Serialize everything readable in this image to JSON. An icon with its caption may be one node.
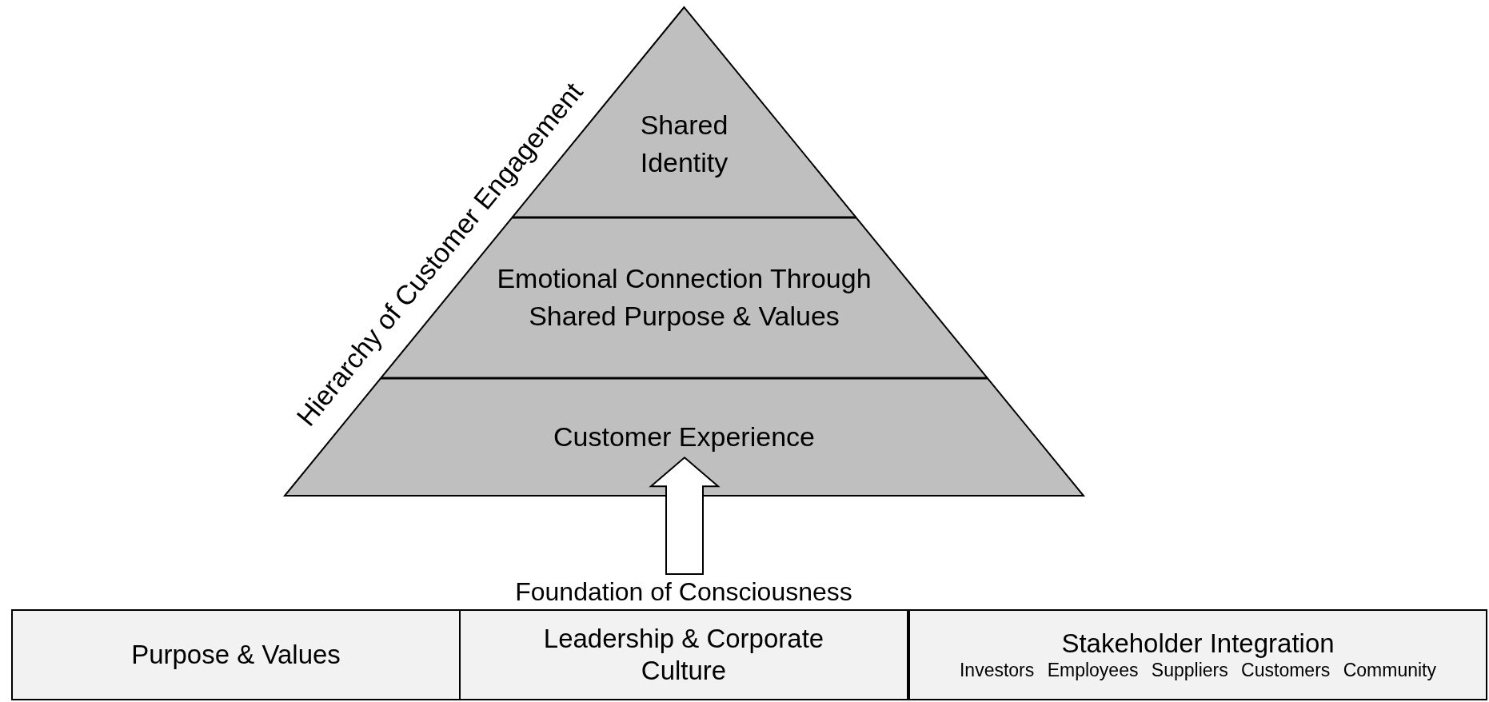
{
  "diagram": {
    "nodes": [
      {
        "text": [
          "Hierarchy of Customer Engagement"
        ]
      },
      {
        "text": [
          "Shared Identity"
        ],
        "in": 0
      },
      {
        "text": [
          "Emotional Connection Through Shared Purpose & Values"
        ],
        "in": 0
      },
      {
        "text": [
          "Customer Experience"
        ],
        "in": 0
      },
      {
        "text": [
          "Foundation of Consciousness"
        ]
      },
      {
        "text": [
          "Purpose & Values"
        ],
        "in": 4
      },
      {
        "text": [
          "Leadership & Corporate Culture"
        ],
        "in": 4
      },
      {
        "text": [
          "Stakeholder Integration",
          "Investors Employees Suppliers Customers Community"
        ],
        "in": 4
      }
    ],
    "edges": [
      {
        "from": 4,
        "to": 3,
        "arrow": "to"
      }
    ]
  }
}
